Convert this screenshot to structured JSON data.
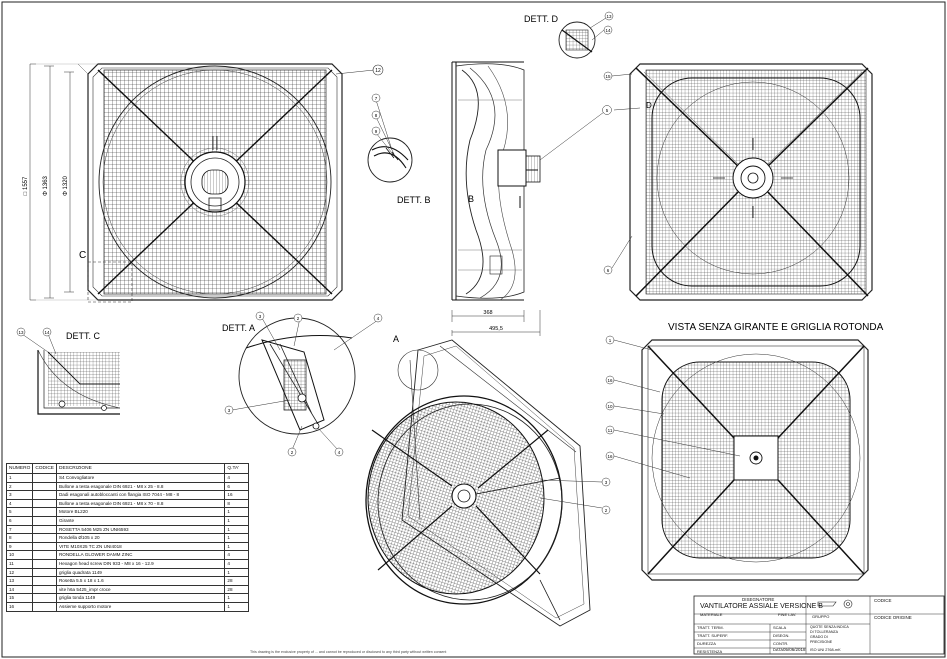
{
  "views": {
    "dett_a": "DETT. A",
    "dett_b": "DETT. B",
    "dett_c": "DETT. C",
    "dett_d": "DETT. D",
    "view_title": "VISTA SENZA GIRANTE E GRIGLIA ROTONDA",
    "section_a_marker": "A",
    "section_b_marker": "B",
    "section_c_marker": "C",
    "section_d_marker": "D"
  },
  "dimensions": {
    "side_width": "368",
    "side_depth": "495,5",
    "front_height": "□ 1557",
    "front_dia_1": "Φ 1363",
    "front_dia_2": "Φ 1320"
  },
  "bom": {
    "headers": [
      "NUMERO",
      "CODICE",
      "DESCRIZIONE",
      "Q.TA'"
    ],
    "rows": [
      [
        "1",
        "",
        "S4 Convogliatore",
        "4"
      ],
      [
        "2",
        "",
        "Bullone a testa esagonale DIN 6921 - M8 x 25 - 8.8",
        "6"
      ],
      [
        "3",
        "",
        "Dadi esagonali autobloccanti con flangia ISO 7044 - M8 - 8",
        "16"
      ],
      [
        "4",
        "",
        "Bullone a testa esagonale DIN 6921 - M8 x 70 - 8.8",
        "8"
      ],
      [
        "5",
        "",
        "Motore BL220",
        "1"
      ],
      [
        "6",
        "",
        "Girante",
        "1"
      ],
      [
        "7",
        "",
        "ROSETTA 5406 M25 ZN UNI6593",
        "1"
      ],
      [
        "8",
        "",
        "Rondella Ø105 x 20",
        "1"
      ],
      [
        "9",
        "",
        "VITE M10X25 TC ZN UNI4018",
        "1"
      ],
      [
        "10",
        "",
        "RONDELLA GLOWER DAMM ZINC",
        "4"
      ],
      [
        "11",
        "",
        "Hexagon head screw DIN 933 - M8 x 16 - 12.9",
        "4"
      ],
      [
        "12",
        "",
        "griglia quadrata 1149",
        "1"
      ],
      [
        "13",
        "",
        "Rosetta 5.5 x 18 x 1.6",
        "28"
      ],
      [
        "14",
        "",
        "vite h6a 5425_impr croce",
        "28"
      ],
      [
        "15",
        "",
        "griglia tonda 1149",
        "1"
      ],
      [
        "16",
        "",
        "Assieme supporto motore",
        "1"
      ]
    ]
  },
  "title_block": {
    "designer_label": "DISEGNATORE",
    "title": "VANTILATORE ASSIALE VERSIONE B",
    "material_label": "MATERIALE",
    "finish_label": "FINE LAV.",
    "group_label": "GRUPPO",
    "code_label": "CODICE",
    "code_source_label": "CODICE ORIGINE",
    "scale_label": "SCALA",
    "design_label": "DISEGN.",
    "check_label": "CONTR.",
    "date_label": "DATA",
    "date_value": "05/06/2018",
    "rows": [
      "TRATT. TERM.",
      "TRATT. SUPERF.",
      "DUREZZA",
      "RESISTENZA"
    ],
    "notes": [
      "QUOTE SENZA INDICA",
      "DI TOLLERANZA",
      "GRADO DI",
      "PRECISIONE"
    ],
    "standard": "ISO UNI 2768-mK"
  },
  "disclaimer": "This drawing is the exclusive property of ... and cannot be reproduced or disclosed to any third party without written consent"
}
